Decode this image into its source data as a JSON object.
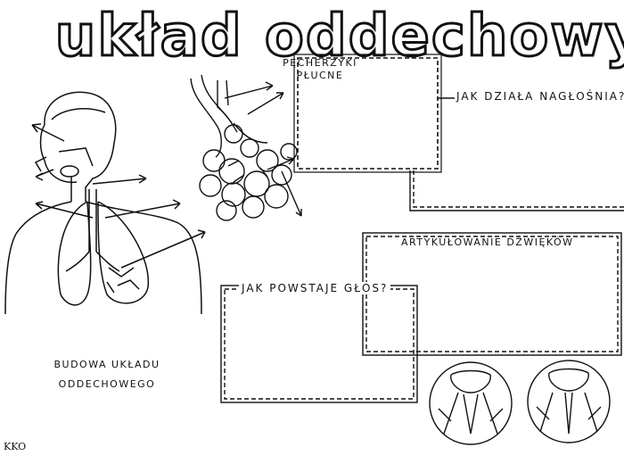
{
  "worksheet": {
    "title": "układ oddechowy",
    "labels": {
      "alveoli": "PĘCHERZYKI\nPŁUCNE",
      "epiglottis_question": "JAK DZIAŁA NAGŁOŚNIA?",
      "articulation": "ARTYKUŁOWANIE DŹWIĘKÓW",
      "voice_question": "JAK POWSTAJE GŁOS?",
      "structure_caption": "BUDOWA UKŁADU\nODDECHOWEGO"
    },
    "signature": "KKO"
  },
  "colors": {
    "ink": "#111111",
    "paper": "#ffffff"
  },
  "icons": [
    "human-respiratory-figure",
    "alveoli-cluster",
    "vocal-folds-open",
    "vocal-folds-closed"
  ]
}
